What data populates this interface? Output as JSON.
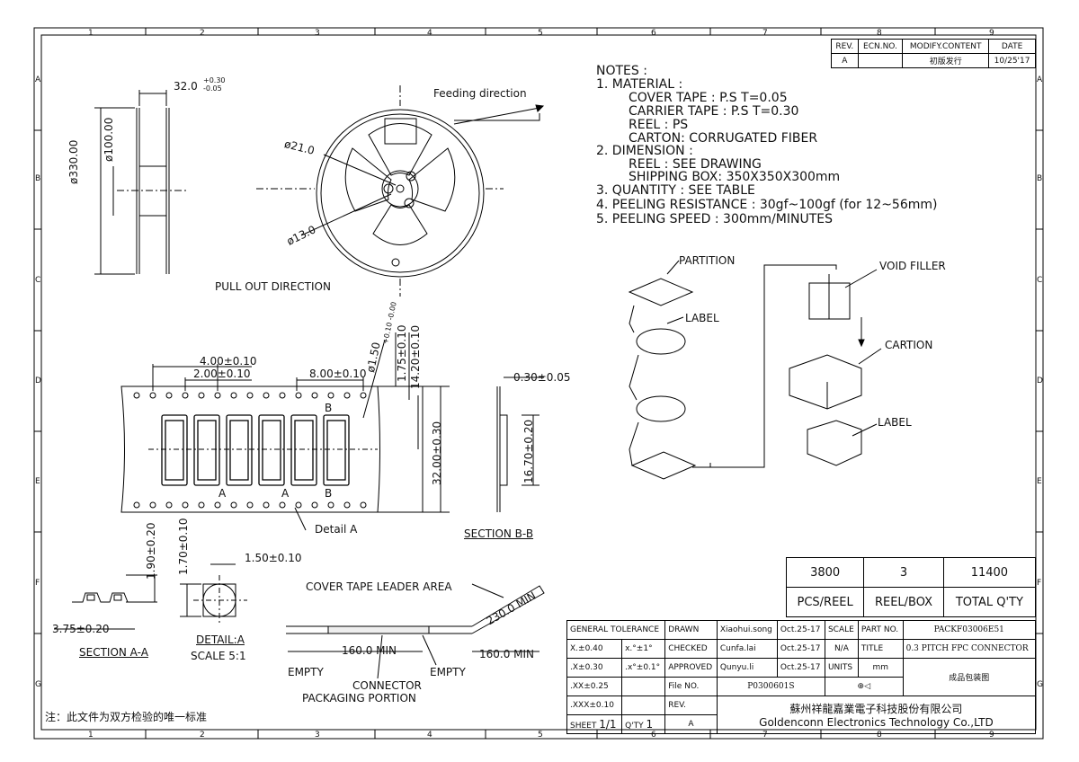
{
  "frame": {
    "cols_top": [
      "1",
      "2",
      "3",
      "4",
      "5",
      "6",
      "7",
      "8",
      "9"
    ],
    "cols_bottom": [
      "1",
      "2",
      "3",
      "4",
      "5",
      "6",
      "7",
      "8",
      "9"
    ],
    "rows": [
      "A",
      "B",
      "C",
      "D",
      "E",
      "F",
      "G"
    ]
  },
  "revision_table": {
    "headers": [
      "REV.",
      "ECN.NO.",
      "MODIFY.CONTENT",
      "DATE"
    ],
    "row": [
      "A",
      "",
      "初版发行",
      "10/25'17"
    ]
  },
  "notes": {
    "title": "NOTES :",
    "lines": [
      "1. MATERIAL :",
      "COVER TAPE : P.S T=0.05",
      "CARRIER TAPE : P.S T=0.30",
      "REEL : PS",
      "CARTON: CORRUGATED FIBER",
      "2. DIMENSION :",
      "REEL : SEE DRAWING",
      "SHIPPING BOX: 350X350X300mm",
      "3. QUANTITY : SEE TABLE",
      "4. PEELING RESISTANCE : 30gf~100gf (for 12~56mm)",
      "5. PEELING SPEED : 300mm/MINUTES"
    ]
  },
  "reel": {
    "width_dim": "32.0",
    "width_tol_plus": "+0.30",
    "width_tol_minus": "-0.05",
    "outer_dia": "ø330.00",
    "hub_dia": "ø100.00",
    "feeding_direction": "Feeding direction",
    "hole_dia_1": "ø21.0",
    "hole_dia_2": "ø13.0",
    "pull_out": "PULL OUT DIRECTION"
  },
  "tape": {
    "pitch_4": "4.00±0.10",
    "pitch_2": "2.00±0.10",
    "pitch_8": "8.00±0.10",
    "hole_dia": "ø1.50",
    "hole_tol": "+0.10 -0.00",
    "edge": "1.75±0.10",
    "center": "14.20±0.10",
    "width": "32.00±0.30",
    "marker_b": "B",
    "marker_a": "A",
    "detail_a": "Detail A",
    "thickness": "0.30±0.05",
    "pocket": "16.70±0.20",
    "section_bb": "SECTION B-B"
  },
  "section_aa": {
    "depth": "1.90±0.20",
    "width": "3.75±0.20",
    "label": "SECTION A-A"
  },
  "detail": {
    "height": "1.70±0.10",
    "hole": "1.50±0.10",
    "label": "DETAIL:A",
    "scale": "SCALE 5:1"
  },
  "leader": {
    "title": "COVER TAPE LEADER AREA",
    "len_230": "230.0 MIN",
    "len_160a": "160.0 MIN",
    "len_160b": "160.0 MIN",
    "empty_1": "EMPTY",
    "empty_2": "EMPTY",
    "connector": "CONNECTOR",
    "packaging": "PACKAGING PORTION"
  },
  "packaging": {
    "partition": "PARTITION",
    "label_1": "LABEL",
    "void_filler": "VOID FILLER",
    "cartion": "CARTION",
    "label_2": "LABEL"
  },
  "quantity": {
    "values": [
      "3800",
      "3",
      "11400"
    ],
    "labels": [
      "PCS/REEL",
      "REEL/BOX",
      "TOTAL Q'TY"
    ]
  },
  "title_block": {
    "general_tolerance": "GENERAL TOLERANCE",
    "tol_rows": [
      {
        "left": "X.±0.40",
        "right": "x.°±1°"
      },
      {
        "left": ".X±0.30",
        "right": ".x°±0.1°"
      },
      {
        "left": ".XX±0.25",
        "right": ""
      },
      {
        "left": ".XXX±0.10",
        "right": ""
      }
    ],
    "drawn_label": "DRAWN",
    "drawn_name": "Xiaohui.song",
    "drawn_date": "Oct.25-17",
    "checked_label": "CHECKED",
    "checked_name": "Cunfa.lai",
    "checked_date": "Oct.25-17",
    "approved_label": "APPROVED",
    "approved_name": "Qunyu.li",
    "approved_date": "Oct.25-17",
    "file_label": "File NO.",
    "file_no": "P0300601S",
    "rev_label": "REV.",
    "rev_value": "A",
    "scale_label": "SCALE",
    "scale_value": "N/A",
    "units_label": "UNITS",
    "units_value": "mm",
    "part_label": "PART NO.",
    "part_no": "PACKF03006E51",
    "title_label": "TITLE",
    "title_value": "0.3 PITCH FPC CONNECTOR",
    "title_cn": "成品包装图",
    "sheet_label": "SHEET",
    "sheet_value": "1/1",
    "qty_label": "Q'TY",
    "qty_value": "1",
    "rev_bottom": "A",
    "company_cn": "蘇州祥龍嘉業電子科技股份有限公司",
    "company_en": "Goldenconn Electronics Technology Co.,LTD"
  },
  "footnote": "注：此文件为双方检验的唯一标准"
}
